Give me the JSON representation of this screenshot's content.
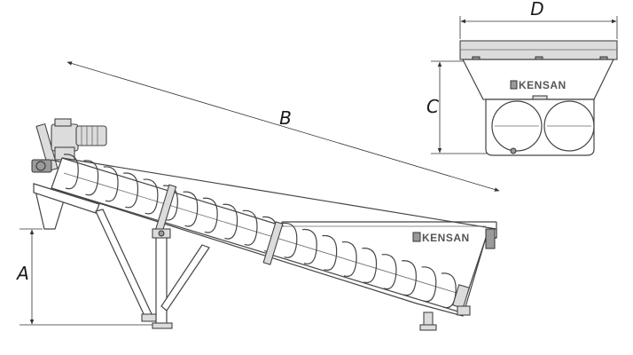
{
  "dimensions": {
    "a": "A",
    "b": "B",
    "c": "C",
    "d": "D"
  },
  "brand": {
    "main_view": "KENSAN",
    "end_view": "KENSAN"
  },
  "colors": {
    "line": "#444444",
    "fill": "#dcdcdc",
    "background": "#ffffff"
  }
}
